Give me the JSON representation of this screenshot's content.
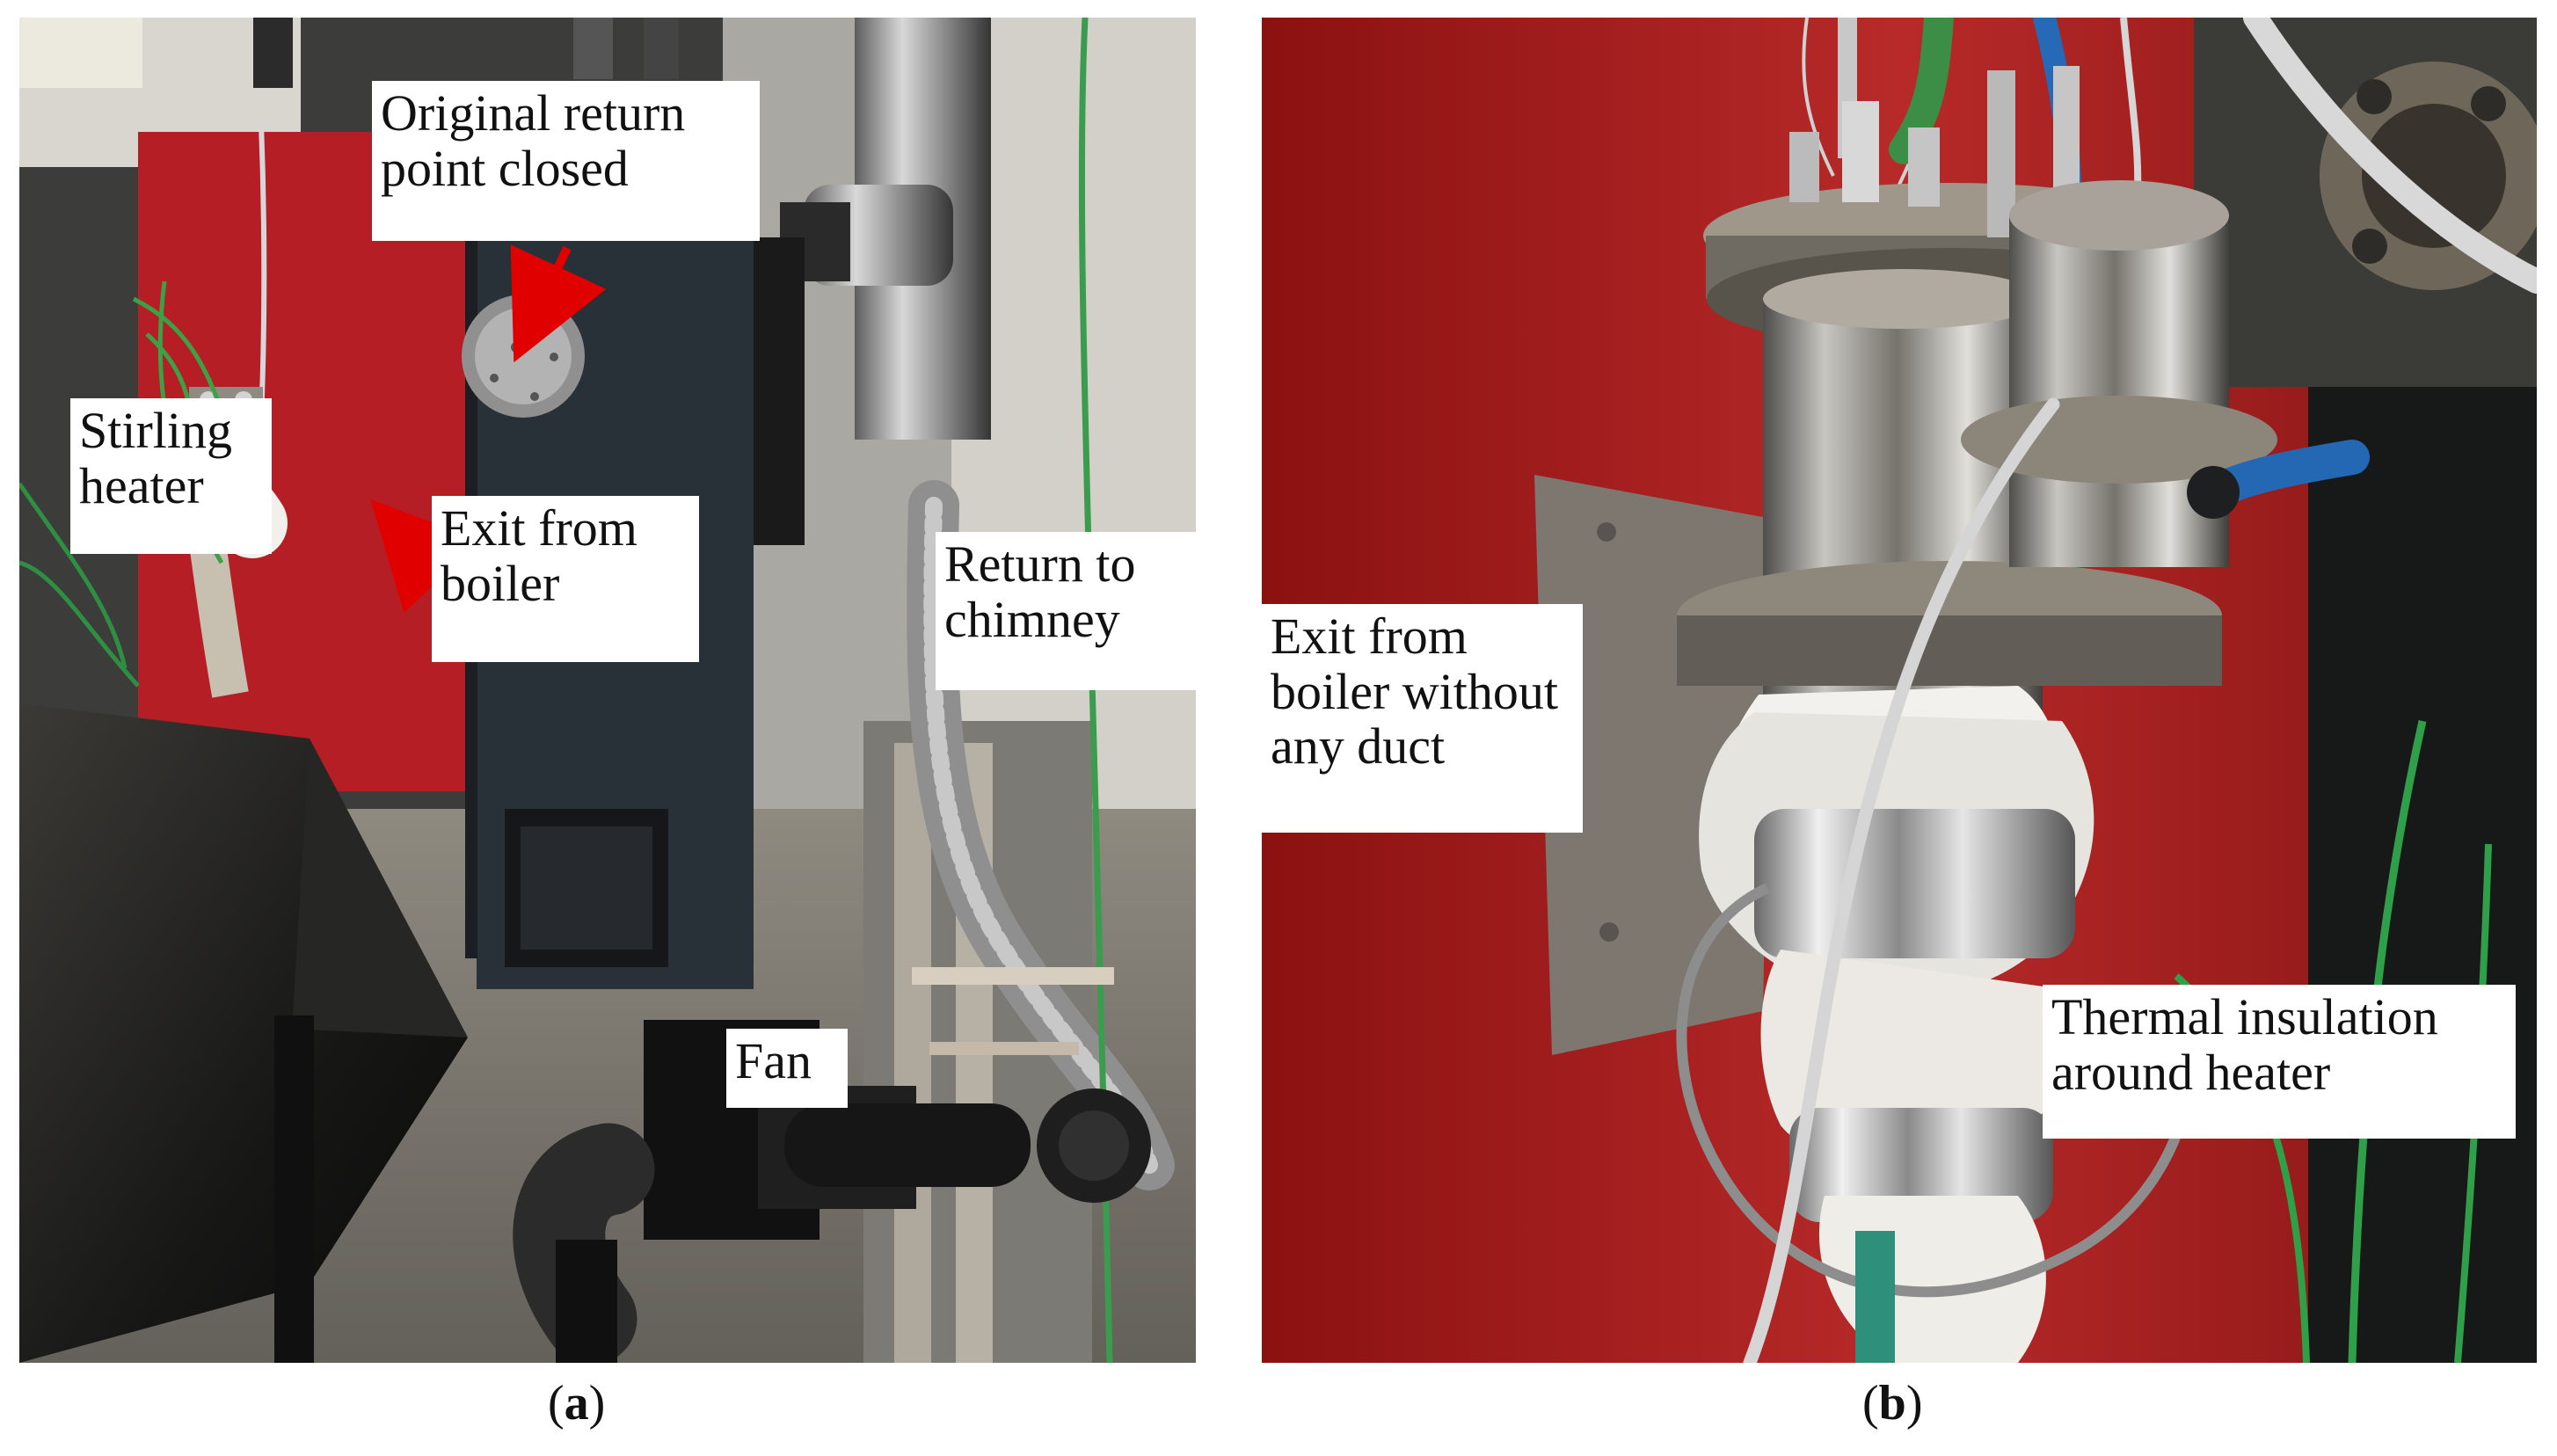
{
  "panels": [
    {
      "id": "a",
      "label": "a",
      "callouts": {
        "original_return": "Original return\npoint closed",
        "stirling_heater": "Stirling\nheater",
        "exit_from_boiler": "Exit from\nboiler",
        "return_to_chimney": "Return to\nchimney",
        "fan": "Fan"
      }
    },
    {
      "id": "b",
      "label": "b",
      "callouts": {
        "exit_without_duct": "Exit from\nboiler without\nany duct",
        "thermal_insulation": "Thermal insulation\naround heater"
      }
    }
  ],
  "colors": {
    "annotation_arrow": "#e00000",
    "callout_background": "#ffffff",
    "caption_text": "#111111"
  }
}
